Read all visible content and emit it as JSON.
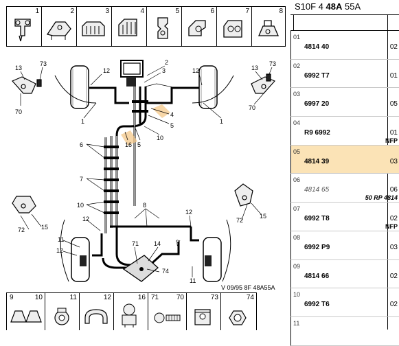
{
  "header": {
    "prefix": "S10F 4 ",
    "bold": "48A",
    "suffix": " 55A"
  },
  "top_strip_numbers": [
    "1",
    "2",
    "3",
    "4",
    "5",
    "6",
    "7",
    "8"
  ],
  "bottom_strip_numbers": [
    "9",
    "10",
    "11",
    "12",
    "16",
    "71",
    "70",
    "73",
    "74"
  ],
  "callouts": {
    "n13l": "13",
    "n73l": "73",
    "n70l": "70",
    "n12a": "12",
    "n1a": "1",
    "n2": "2",
    "n3": "3",
    "n4": "4",
    "n5a": "5",
    "n10a": "10",
    "n5b": "5",
    "n16": "16",
    "n13r": "13",
    "n73r": "73",
    "n70r": "70",
    "n12b": "12",
    "n1b": "1",
    "n6": "6",
    "n7": "7",
    "n10b": "10",
    "n8": "8",
    "n15l": "15",
    "n72l": "72",
    "n72r": "72",
    "n15r": "15",
    "n12c": "12",
    "n11a": "11",
    "n12d": "12",
    "n71": "71",
    "n14": "14",
    "n9": "9",
    "n12e": "12",
    "n74": "74",
    "n11b": "11"
  },
  "footer_code": "V 09/95 8F 48A55A",
  "rows": [
    {
      "idx": "01",
      "ref": "4814 40",
      "qty": "02",
      "note": "",
      "highlight": false,
      "italic": false
    },
    {
      "idx": "02",
      "ref": "6992 T7",
      "qty": "01",
      "note": "",
      "highlight": false,
      "italic": false
    },
    {
      "idx": "03",
      "ref": "6997 20",
      "qty": "05",
      "note": "",
      "highlight": false,
      "italic": false
    },
    {
      "idx": "04",
      "ref": "R9 6992",
      "qty": "01",
      "note": "NFP",
      "highlight": false,
      "italic": false
    },
    {
      "idx": "05",
      "ref": "4814 39",
      "qty": "03",
      "note": "",
      "highlight": true,
      "italic": false
    },
    {
      "idx": "06",
      "ref": "4814 65",
      "qty": "06",
      "note": "50 RP 4814",
      "highlight": false,
      "italic": true
    },
    {
      "idx": "07",
      "ref": "6992 T8",
      "qty": "02",
      "note": "NFP",
      "highlight": false,
      "italic": false
    },
    {
      "idx": "08",
      "ref": "6992 P9",
      "qty": "03",
      "note": "",
      "highlight": false,
      "italic": false
    },
    {
      "idx": "09",
      "ref": "4814 66",
      "qty": "02",
      "note": "",
      "highlight": false,
      "italic": false
    },
    {
      "idx": "10",
      "ref": "6992 T6",
      "qty": "02",
      "note": "",
      "highlight": false,
      "italic": false
    },
    {
      "idx": "11",
      "ref": "",
      "qty": "",
      "note": "",
      "highlight": false,
      "italic": false
    }
  ]
}
